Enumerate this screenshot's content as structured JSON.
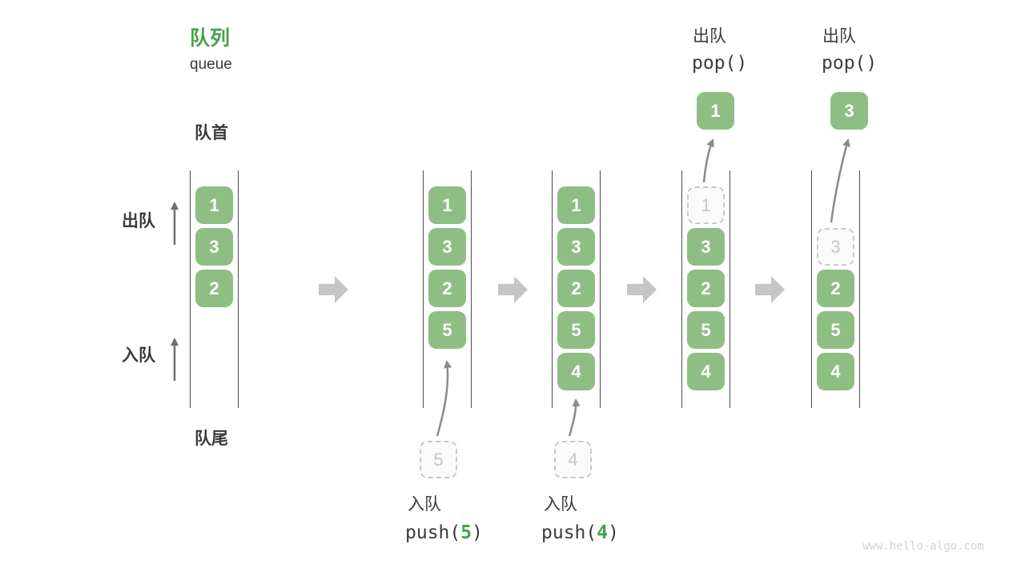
{
  "title": {
    "cn": "队列",
    "en": "queue"
  },
  "labels": {
    "front": "队首",
    "rear": "队尾",
    "dequeue_side": "出队",
    "enqueue_side": "入队"
  },
  "columns": [
    {
      "name": "state-initial",
      "boxes": [
        {
          "value": "1"
        },
        {
          "value": "3"
        },
        {
          "value": "2"
        }
      ]
    },
    {
      "name": "state-after-push-5",
      "boxes": [
        {
          "value": "1"
        },
        {
          "value": "3"
        },
        {
          "value": "2"
        },
        {
          "value": "5"
        }
      ],
      "staging": {
        "value": "5"
      },
      "op": {
        "label": "入队",
        "code_pre": "push(",
        "arg": "5",
        "code_post": ")"
      }
    },
    {
      "name": "state-after-push-4",
      "boxes": [
        {
          "value": "1"
        },
        {
          "value": "3"
        },
        {
          "value": "2"
        },
        {
          "value": "5"
        },
        {
          "value": "4"
        }
      ],
      "staging": {
        "value": "4"
      },
      "op": {
        "label": "入队",
        "code_pre": "push(",
        "arg": "4",
        "code_post": ")"
      }
    },
    {
      "name": "state-after-pop-1",
      "ghost": {
        "value": "1"
      },
      "boxes": [
        {
          "value": "3"
        },
        {
          "value": "2"
        },
        {
          "value": "5"
        },
        {
          "value": "4"
        }
      ],
      "popped": {
        "value": "1"
      },
      "op": {
        "label": "出队",
        "code": "pop()"
      }
    },
    {
      "name": "state-after-pop-3",
      "ghost": {
        "value": "3"
      },
      "boxes": [
        {
          "value": "2"
        },
        {
          "value": "5"
        },
        {
          "value": "4"
        }
      ],
      "popped": {
        "value": "3"
      },
      "op": {
        "label": "出队",
        "code": "pop()"
      }
    }
  ],
  "colors": {
    "box_green": "#8ebe84",
    "accent_green": "#44a248",
    "text_dark": "#3b3b3b",
    "wall_gray": "#4c4c4c",
    "transition_arrow_gray": "#c5c5c5",
    "pointer_arrow_gray": "#8a8a8a",
    "side_arrow_gray": "#6e6e6e",
    "ghost_gray": "#c9c9c9",
    "watermark_gray": "#d2d2d2"
  },
  "watermark": "www.hello-algo.com"
}
